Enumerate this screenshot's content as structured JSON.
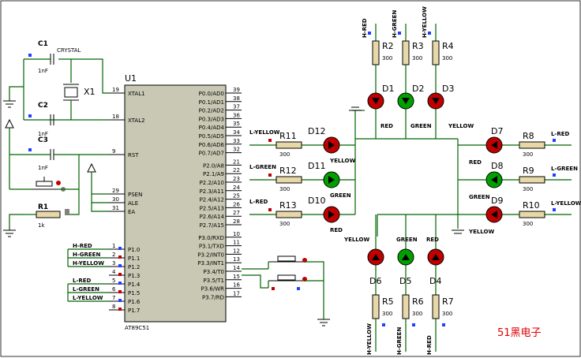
{
  "watermark": "51黑电子",
  "mcu": {
    "ref": "U1",
    "part": "AT89C51",
    "left_pins": [
      {
        "num": "19",
        "name": "XTAL1"
      },
      {
        "num": "18",
        "name": "XTAL2"
      },
      {
        "num": "9",
        "name": "RST"
      },
      {
        "num": "29",
        "name": "PSEN"
      },
      {
        "num": "30",
        "name": "ALE"
      },
      {
        "num": "31",
        "name": "EA"
      },
      {
        "num": "1",
        "name": "P1.0"
      },
      {
        "num": "2",
        "name": "P1.1"
      },
      {
        "num": "3",
        "name": "P1.2"
      },
      {
        "num": "4",
        "name": "P1.3"
      },
      {
        "num": "5",
        "name": "P1.4"
      },
      {
        "num": "6",
        "name": "P1.5"
      },
      {
        "num": "7",
        "name": "P1.6"
      },
      {
        "num": "8",
        "name": "P1.7"
      }
    ],
    "right_pins": [
      {
        "num": "39",
        "name": "P0.0/AD0"
      },
      {
        "num": "38",
        "name": "P0.1/AD1"
      },
      {
        "num": "37",
        "name": "P0.2/AD2"
      },
      {
        "num": "36",
        "name": "P0.3/AD3"
      },
      {
        "num": "35",
        "name": "P0.4/AD4"
      },
      {
        "num": "34",
        "name": "P0.5/AD5"
      },
      {
        "num": "33",
        "name": "P0.6/AD6"
      },
      {
        "num": "32",
        "name": "P0.7/AD7"
      },
      {
        "num": "21",
        "name": "P2.0/A8"
      },
      {
        "num": "22",
        "name": "P2.1/A9"
      },
      {
        "num": "23",
        "name": "P2.2/A10"
      },
      {
        "num": "24",
        "name": "P2.3/A11"
      },
      {
        "num": "25",
        "name": "P2.4/A12"
      },
      {
        "num": "26",
        "name": "P2.5/A13"
      },
      {
        "num": "27",
        "name": "P2.6/A14"
      },
      {
        "num": "28",
        "name": "P2.7/A15"
      },
      {
        "num": "10",
        "name": "P3.0/RXD"
      },
      {
        "num": "11",
        "name": "P3.1/TXD"
      },
      {
        "num": "12",
        "name": "P3.2/INT0"
      },
      {
        "num": "13",
        "name": "P3.3/INT1"
      },
      {
        "num": "14",
        "name": "P3.4/T0"
      },
      {
        "num": "15",
        "name": "P3.5/T1"
      },
      {
        "num": "16",
        "name": "P3.6/WR"
      },
      {
        "num": "17",
        "name": "P3.7/RD"
      }
    ],
    "p1_nets": [
      "H-RED",
      "H-GREEN",
      "H-YELLOW",
      "",
      "L-RED",
      "L-GREEN",
      "L-YELLOW",
      ""
    ]
  },
  "crystal": {
    "c1": "C1",
    "c1_val": "1nF",
    "c1_note": "CRYSTAL",
    "c2": "C2",
    "c2_val": "1nF",
    "x1": "X1",
    "c3": "C3",
    "c3_val": "1nF",
    "r1": "R1",
    "r1_val": "1k"
  },
  "top_leds": [
    {
      "net": "H-RED",
      "r": "R2",
      "rv": "300",
      "d": "D1",
      "color": "RED"
    },
    {
      "net": "H-GREEN",
      "r": "R3",
      "rv": "300",
      "d": "D2",
      "color": "GREEN"
    },
    {
      "net": "H-YELLOW",
      "r": "R4",
      "rv": "300",
      "d": "D3",
      "color": "YELLOW"
    }
  ],
  "left_leds": [
    {
      "net": "L-YELLOW",
      "r": "R11",
      "rv": "300",
      "d": "D12",
      "color": "YELLOW"
    },
    {
      "net": "L-GREEN",
      "r": "R12",
      "rv": "300",
      "d": "D11",
      "color": "GREEN"
    },
    {
      "net": "L-RED",
      "r": "R13",
      "rv": "300",
      "d": "D10",
      "color": "RED"
    }
  ],
  "right_leds": [
    {
      "net": "L-RED",
      "r": "R8",
      "rv": "300",
      "d": "D7",
      "color": "RED"
    },
    {
      "net": "L-GREEN",
      "r": "R9",
      "rv": "300",
      "d": "D8",
      "color": "GREEN"
    },
    {
      "net": "L-YELLOW",
      "r": "R10",
      "rv": "300",
      "d": "D9",
      "color": "YELLOW"
    }
  ],
  "bottom_leds": [
    {
      "net": "H-YELLOW",
      "r": "R5",
      "rv": "300",
      "d": "D6",
      "color": "YELLOW"
    },
    {
      "net": "H-GREEN",
      "r": "R6",
      "rv": "300",
      "d": "D5",
      "color": "GREEN"
    },
    {
      "net": "H-RED",
      "r": "R7",
      "rv": "300",
      "d": "D4",
      "color": "RED"
    }
  ],
  "colors": {
    "wire": "#006400",
    "chip": "#c8c8b4",
    "red": "#c00000",
    "green": "#00a000",
    "dark": "#000000"
  }
}
